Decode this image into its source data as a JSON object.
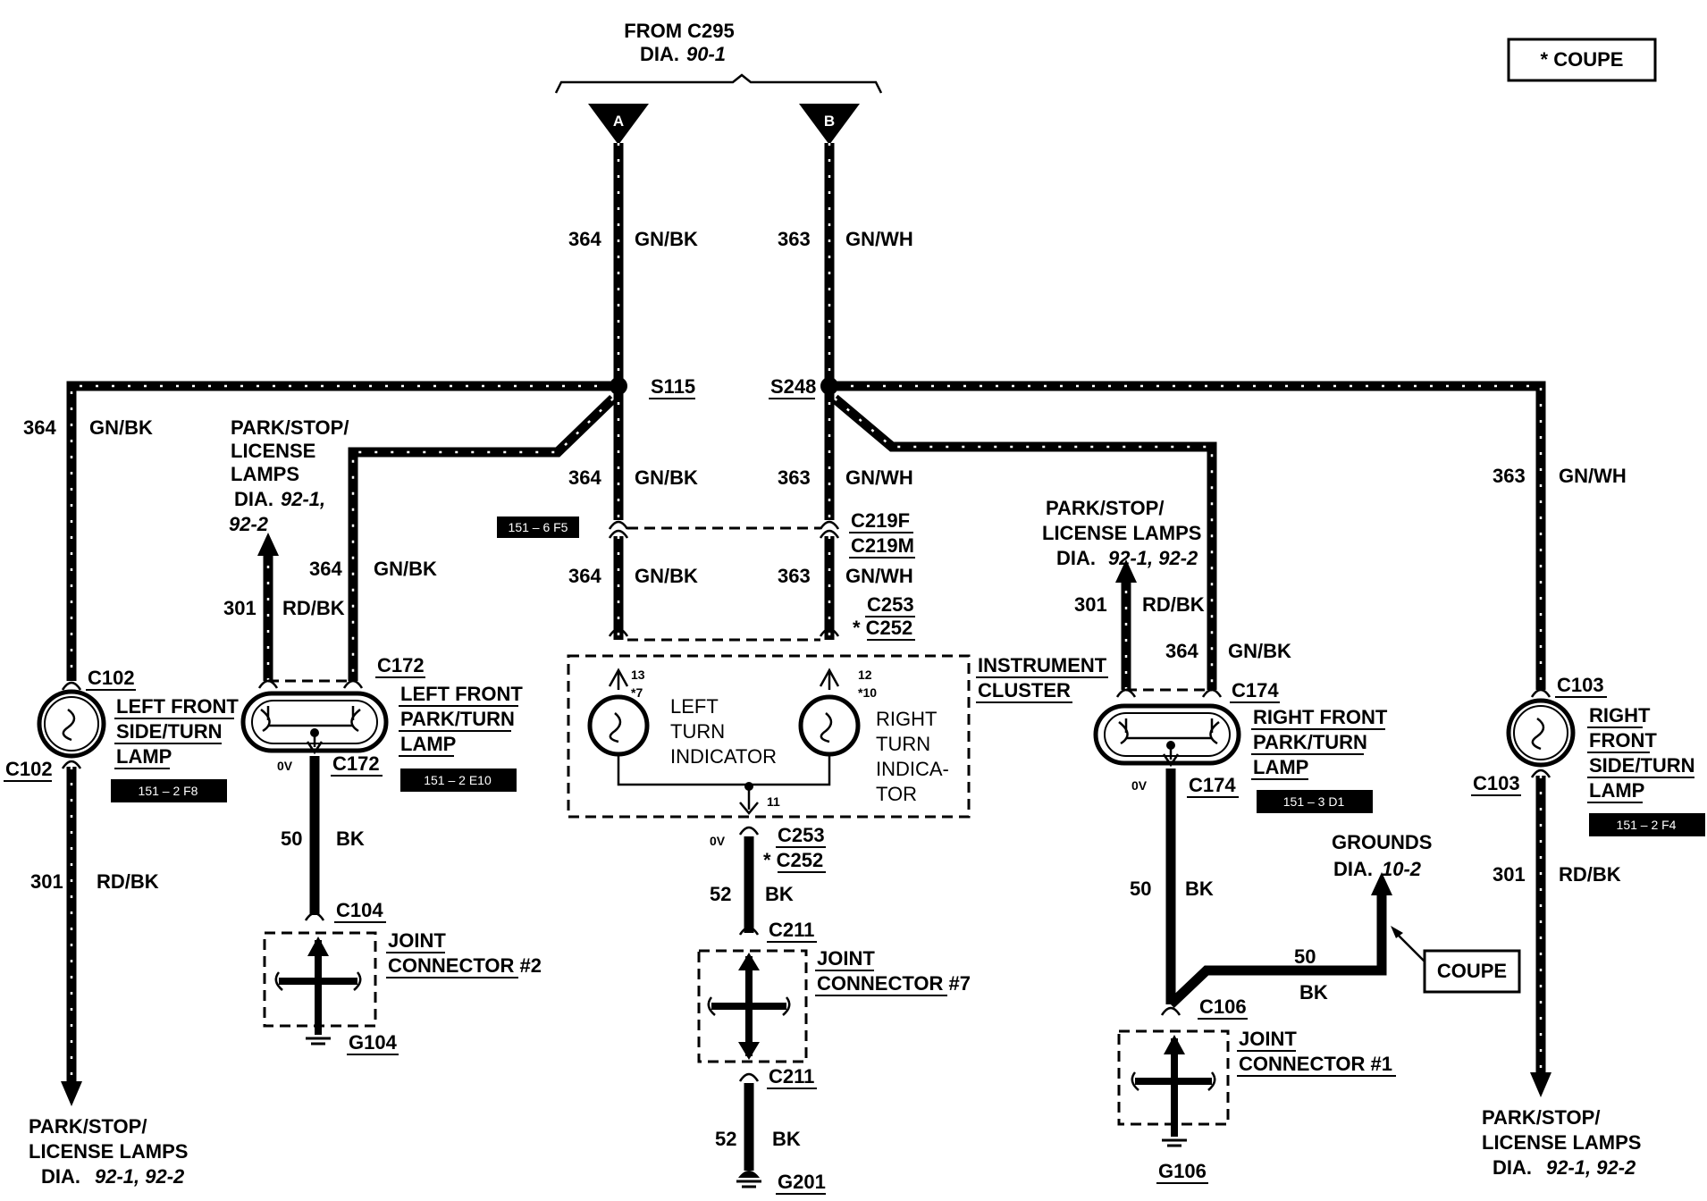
{
  "source": {
    "from_label": "FROM C295",
    "dia_label": "DIA.",
    "dia_value": "90-1",
    "pin_a": "A",
    "pin_b": "B"
  },
  "legend": {
    "coupe_note": "* COUPE"
  },
  "splices": {
    "s115": "S115",
    "s248": "S248"
  },
  "wires": {
    "w364": "364",
    "w363": "363",
    "w301": "301",
    "w50": "50",
    "w52": "52",
    "gnbk": "GN/BK",
    "gnwh": "GN/WH",
    "rdbk": "RD/BK",
    "bk": "BK"
  },
  "connectors": {
    "c102": "C102",
    "c172": "C172",
    "c174": "C174",
    "c103": "C103",
    "c219f": "C219F",
    "c219m": "C219M",
    "c253": "C253",
    "c252": "* C252",
    "c104": "C104",
    "c211": "C211",
    "c106": "C106",
    "g104": "G104",
    "g201": "G201",
    "g106": "G106",
    "ov": "0V"
  },
  "references": {
    "r_cluster": "151 – 6 F5",
    "r_left_side": "151 – 2 F8",
    "r_left_park": "151 – 2 E10",
    "r_right_park": "151 – 3 D1",
    "r_right_side": "151 – 2 F4"
  },
  "components": {
    "left_side_lamp": [
      "LEFT FRONT",
      "SIDE/TURN",
      "LAMP"
    ],
    "left_park_lamp": [
      "LEFT FRONT",
      "PARK/TURN",
      "LAMP"
    ],
    "right_park_lamp": [
      "RIGHT FRONT",
      "PARK/TURN",
      "LAMP"
    ],
    "right_side_lamp": [
      "RIGHT",
      "FRONT",
      "SIDE/TURN",
      "LAMP"
    ],
    "instrument_cluster": [
      "INSTRUMENT",
      "CLUSTER"
    ],
    "left_indicator": [
      "LEFT",
      "TURN",
      "INDICATOR"
    ],
    "right_indicator": [
      "RIGHT",
      "TURN",
      "INDICA-",
      "TOR"
    ],
    "pins": {
      "p13": "13",
      "p7": "*7",
      "p12": "12",
      "p10": "*10",
      "p11": "11"
    }
  },
  "joints": {
    "jc2": [
      "JOINT",
      "CONNECTOR #2"
    ],
    "jc7": [
      "JOINT",
      "CONNECTOR #7"
    ],
    "jc1": [
      "JOINT",
      "CONNECTOR #1"
    ]
  },
  "destinations": {
    "park_stop": "PARK/STOP/",
    "license": "LICENSE",
    "lamps": "LAMPS",
    "license_lamps": "LICENSE LAMPS",
    "dia": "DIA.",
    "dia_9212": "92-1, 92-2",
    "dia_921c": "92-1,",
    "dia_922": "92-2",
    "grounds": "GROUNDS",
    "grounds_dia": "10-2",
    "coupe_box": "COUPE"
  }
}
